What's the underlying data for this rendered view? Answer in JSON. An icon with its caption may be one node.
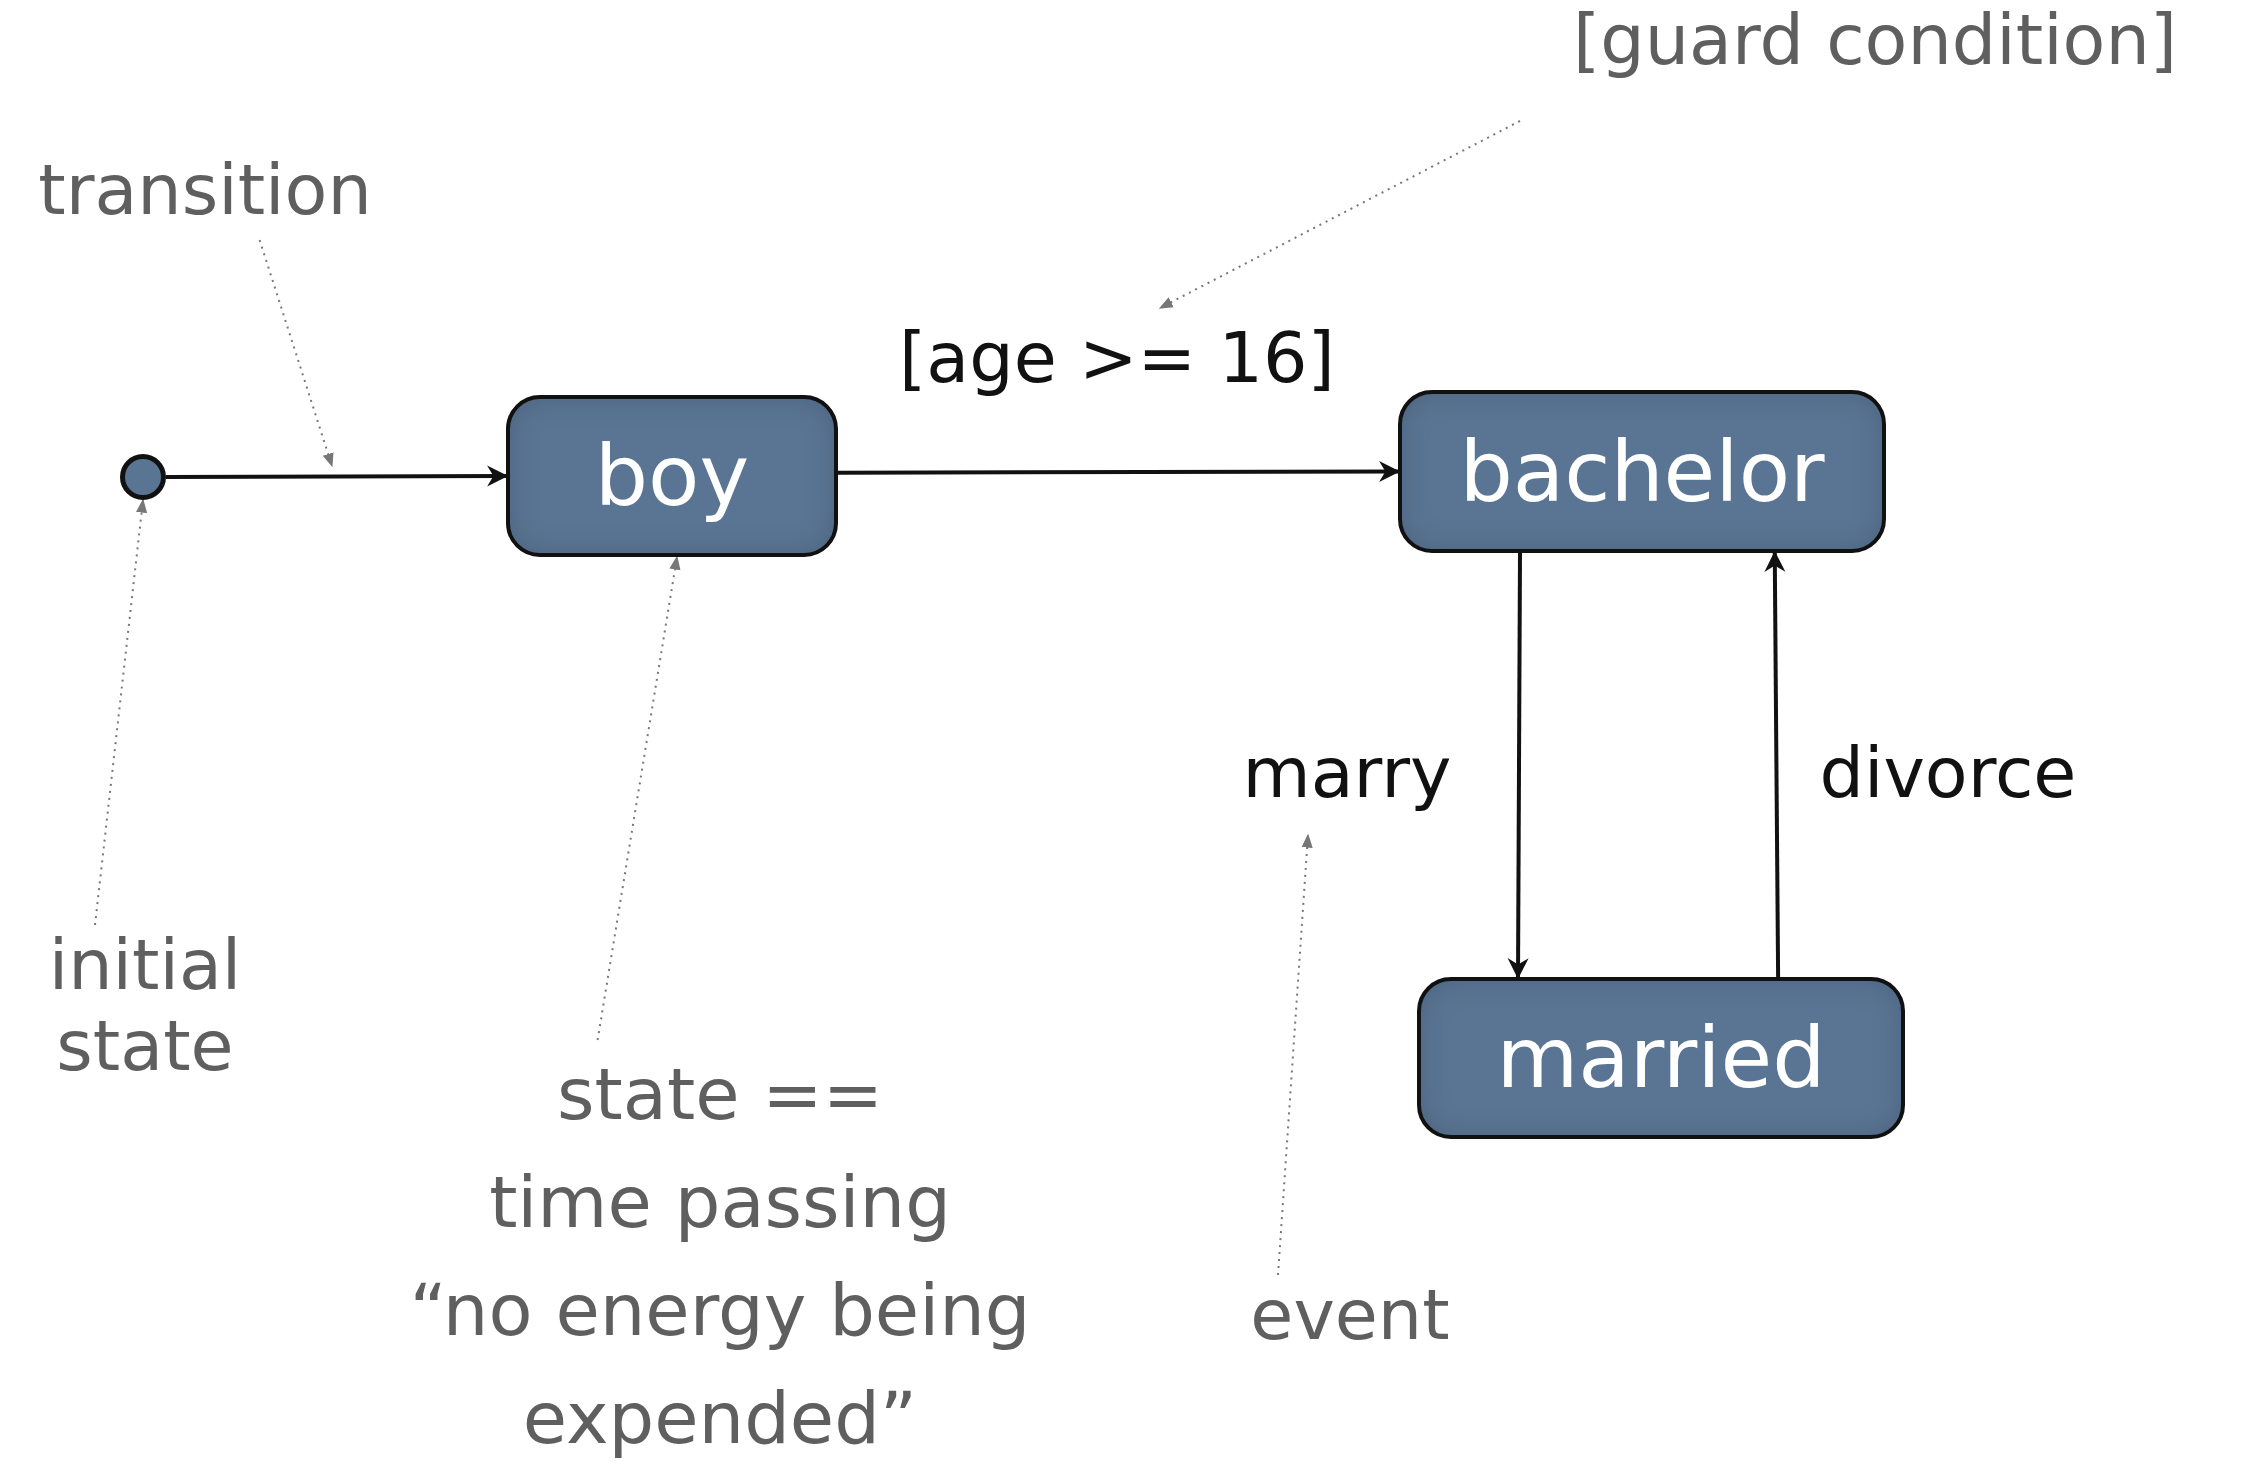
{
  "diagram": {
    "nodes": [
      {
        "text": [],
        "shape": "circle"
      },
      {
        "text": [
          "boy"
        ]
      },
      {
        "text": [
          "bachelor"
        ]
      },
      {
        "text": [
          "married"
        ]
      },
      {
        "text": [
          "transition"
        ]
      },
      {
        "text": [
          "[guard condition]"
        ]
      },
      {
        "text": [
          "initial state"
        ]
      },
      {
        "text": [
          "state ==",
          "time passing",
          "“no energy being expended”"
        ]
      },
      {
        "text": [
          "event"
        ]
      }
    ],
    "edges": [
      {
        "from": 0,
        "to": 1,
        "arrow": "to",
        "color": "#111111"
      },
      {
        "from": 1,
        "to": 2,
        "arrow": "to",
        "label": "[age >= 16]",
        "color": "#111111"
      },
      {
        "from": 2,
        "to": 3,
        "arrow": "to",
        "label": "marry",
        "color": "#111111"
      },
      {
        "from": 3,
        "to": 2,
        "arrow": "to",
        "label": "divorce",
        "color": "#111111"
      },
      {
        "from": 4,
        "to": null,
        "arrow": "to",
        "style": "dashed"
      },
      {
        "from": 5,
        "to": null,
        "arrow": "to",
        "style": "dashed"
      },
      {
        "from": 6,
        "to": 0,
        "arrow": "to",
        "style": "dashed"
      },
      {
        "from": 7,
        "to": 1,
        "arrow": "to",
        "style": "dashed"
      },
      {
        "from": 8,
        "to": null,
        "arrow": "to",
        "style": "dashed"
      }
    ]
  }
}
